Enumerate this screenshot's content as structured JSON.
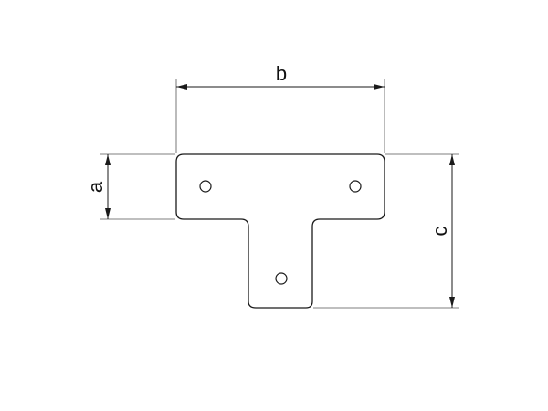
{
  "diagram": {
    "labels": {
      "a": "a",
      "b": "b",
      "c": "c"
    },
    "colors": {
      "outline": "#1a1a1a",
      "extension_line": "#555555",
      "background": "#ffffff"
    }
  }
}
